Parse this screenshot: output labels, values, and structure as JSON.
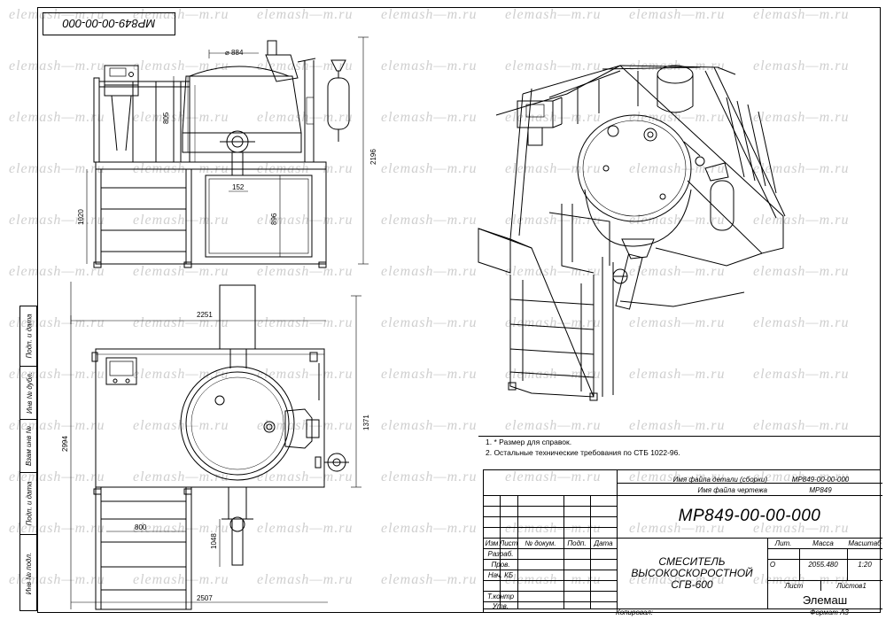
{
  "drawing": {
    "code_rotated": "МР849-00-00-000",
    "watermark": "elemash—m.ru",
    "dimensions": {
      "d884": "⌀ 884",
      "d805": "805",
      "d2196": "2196",
      "d152": "152",
      "d896": "896",
      "d1020": "1020",
      "d2251": "2251",
      "d2994": "2994",
      "d1371": "1371",
      "d800": "800",
      "d1048": "1048",
      "d2507": "2507"
    }
  },
  "side_stamp": {
    "cells": [
      "Подп. и дата",
      "Инв № дубл.",
      "Взам инв №",
      "Подп. и дата",
      "Инв № подл."
    ]
  },
  "notes": [
    "1. * Размер для справок.",
    "2. Остальные технические требования по СТБ 1022-96."
  ],
  "title_block": {
    "file_part_label": "Имя файла детали (сборки)",
    "file_part_value": "МР849-00-00-000",
    "file_drawing_label": "Имя файла чертежа",
    "file_drawing_value": "МР849",
    "code": "МР849-00-00-000",
    "title": "СМЕСИТЕЛЬ ВЫСОКОСКОРОСТНОЙ СГВ-600",
    "headers": [
      "Изм",
      "Лист",
      "№ докум.",
      "Подп.",
      "Дата"
    ],
    "roles": [
      "Разраб.",
      "Пров.",
      "Нач. КБ",
      "",
      "Т.контр",
      "Утв."
    ],
    "lit_label": "Лит.",
    "mass_label": "Масса",
    "scale_label": "Масштаб",
    "lit_value": "О",
    "mass_value": "2055.480",
    "scale_value": "1:20",
    "sheet_label": "Лист",
    "sheets_label": "Листов1",
    "company": "Элемаш",
    "copied_label": "Копировал:",
    "format_label": "Формат А3"
  }
}
